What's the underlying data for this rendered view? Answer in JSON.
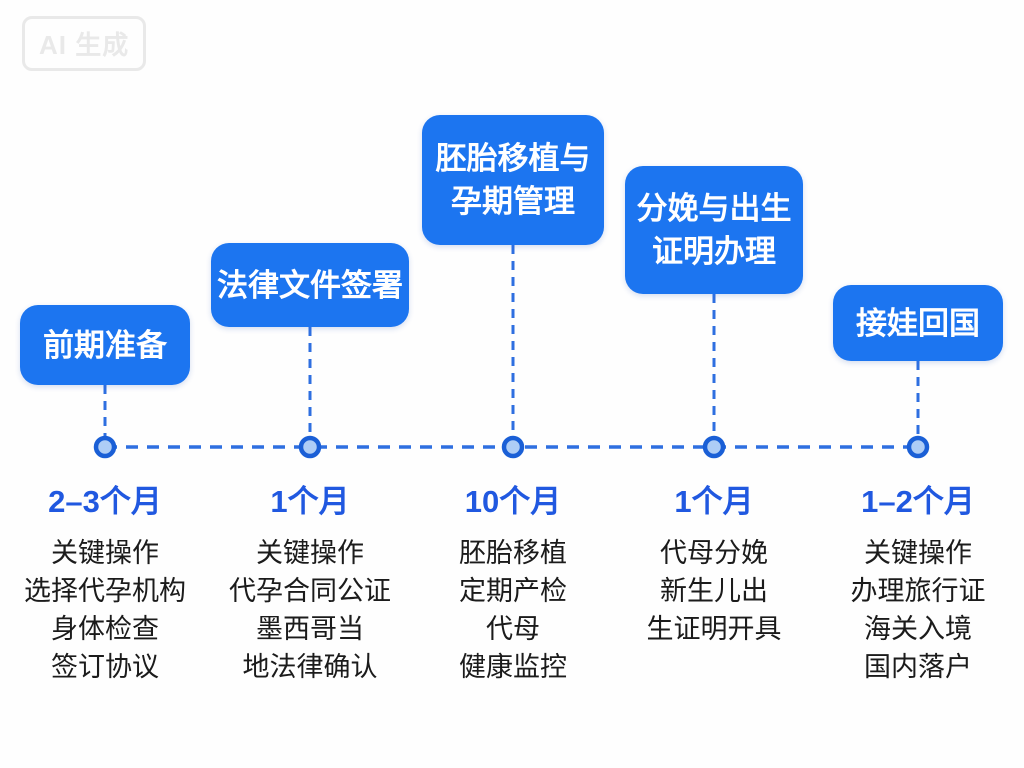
{
  "watermark": "AI 生成",
  "timeline": {
    "stages": [
      {
        "title": "前期准备",
        "duration": "2–3个月",
        "details": "关键操作\n选择代孕机构\n身体检查\n签订协议"
      },
      {
        "title": "法律文件签署",
        "duration": "1个月",
        "details": "关键操作\n代孕合同公证\n墨西哥当\n地法律确认"
      },
      {
        "title": "胚胎移植与\n孕期管理",
        "duration": "10个月",
        "details": "胚胎移植\n定期产检\n代母\n健康监控"
      },
      {
        "title": "分娩与出生\n证明办理",
        "duration": "1个月",
        "details": "代母分娩\n新生儿出\n生证明开具"
      },
      {
        "title": "接娃回国",
        "duration": "1–2个月",
        "details": "关键操作\n办理旅行证\n海关入境\n国内落户"
      }
    ]
  },
  "colors": {
    "box": "#1c75f0",
    "line": "#2e6fe0",
    "node_fill": "#aecdf6",
    "node_stroke": "#1a5fd6",
    "duration": "#2058e0",
    "text": "#1b1b1b",
    "watermark": "#e9e9e9",
    "bg": "#fefefe"
  }
}
